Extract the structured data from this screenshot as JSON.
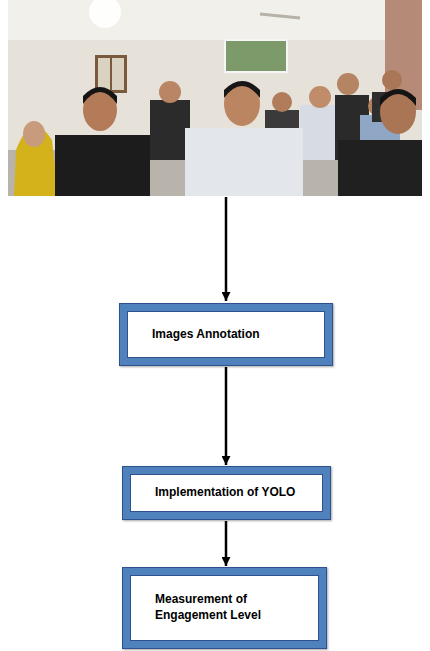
{
  "diagram": {
    "nodes": [
      {
        "text": [
          "Images Annotation"
        ]
      },
      {
        "text": [
          "Implementation of YOLO"
        ]
      },
      {
        "text": [
          "Measurement of Engagement Level"
        ]
      }
    ],
    "edges": [
      {
        "from": 0,
        "to": 1,
        "arrow": "to"
      },
      {
        "from": 1,
        "to": 2,
        "arrow": "to"
      }
    ]
  }
}
